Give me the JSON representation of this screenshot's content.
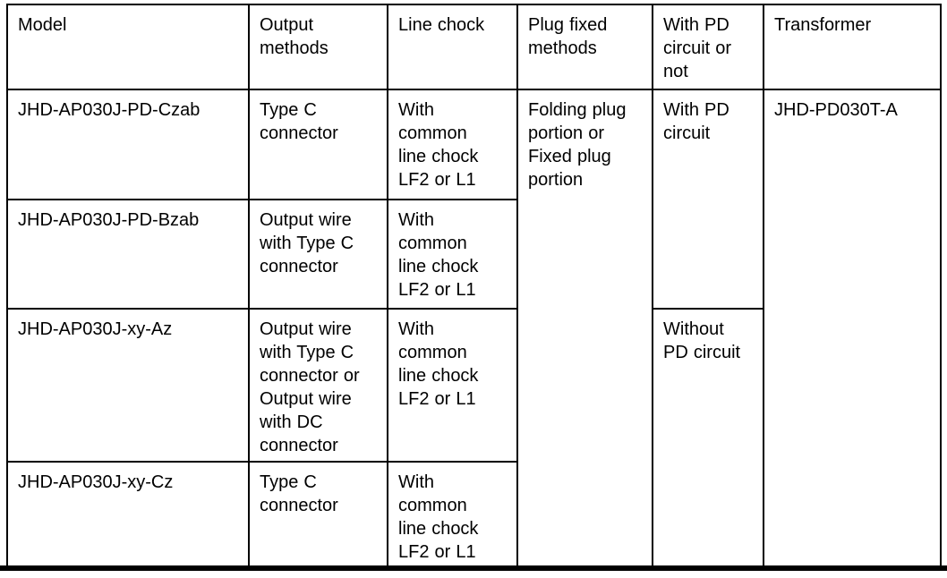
{
  "table": {
    "headers": {
      "model": "Model",
      "output": "Output methods",
      "chock": "Line chock",
      "plug": "Plug fixed methods",
      "pd": "With PD circuit or not",
      "transformer": "Transformer"
    },
    "rows": [
      {
        "model": "JHD-AP030J-PD-Czab",
        "output": "Type C connector",
        "chock": "With common line chock LF2 or L1"
      },
      {
        "model": "JHD-AP030J-PD-Bzab",
        "output": "Output wire with Type C connector",
        "chock": "With common line chock LF2 or L1"
      },
      {
        "model": "JHD-AP030J-xy-Az",
        "output": "Output wire with Type C connector or Output wire with DC connector",
        "chock": "With common line chock LF2 or L1"
      },
      {
        "model": "JHD-AP030J-xy-Cz",
        "output": "Type C connector",
        "chock": "With common line chock LF2 or L1"
      }
    ],
    "merged": {
      "plug_fixed_methods": "Folding plug portion or Fixed plug portion",
      "with_pd_circuit": "With PD circuit",
      "without_pd_circuit": "Without PD circuit",
      "transformer": "JHD-PD030T-A"
    },
    "colors": {
      "border": "#000000",
      "text": "#000000",
      "background": "#ffffff"
    }
  }
}
